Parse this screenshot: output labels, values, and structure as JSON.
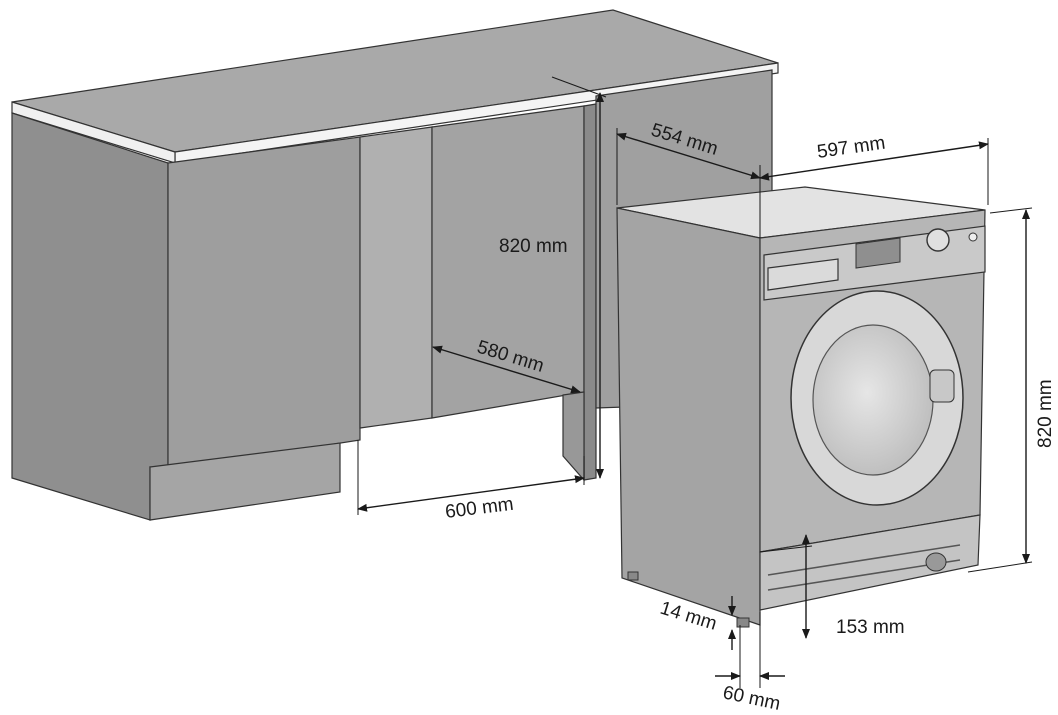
{
  "dimensions": {
    "niche_height": "820 mm",
    "niche_depth": "580 mm",
    "niche_width": "600 mm",
    "machine_depth": "554 mm",
    "machine_width": "597 mm",
    "machine_height": "820 mm",
    "plinth_height": "153 mm",
    "foot_offset": "14 mm",
    "plinth_setback": "60 mm"
  },
  "colors": {
    "cabinet_fill": "#9d9d9d",
    "cabinet_dark": "#8c8c8c",
    "worktop_top": "#a8a8a8",
    "worktop_edge": "#f4f4f4",
    "machine_side": "#a3a3a3",
    "machine_front": "#b4b4b4",
    "drum": "#d0d0d0",
    "line": "#1a1a1a"
  }
}
